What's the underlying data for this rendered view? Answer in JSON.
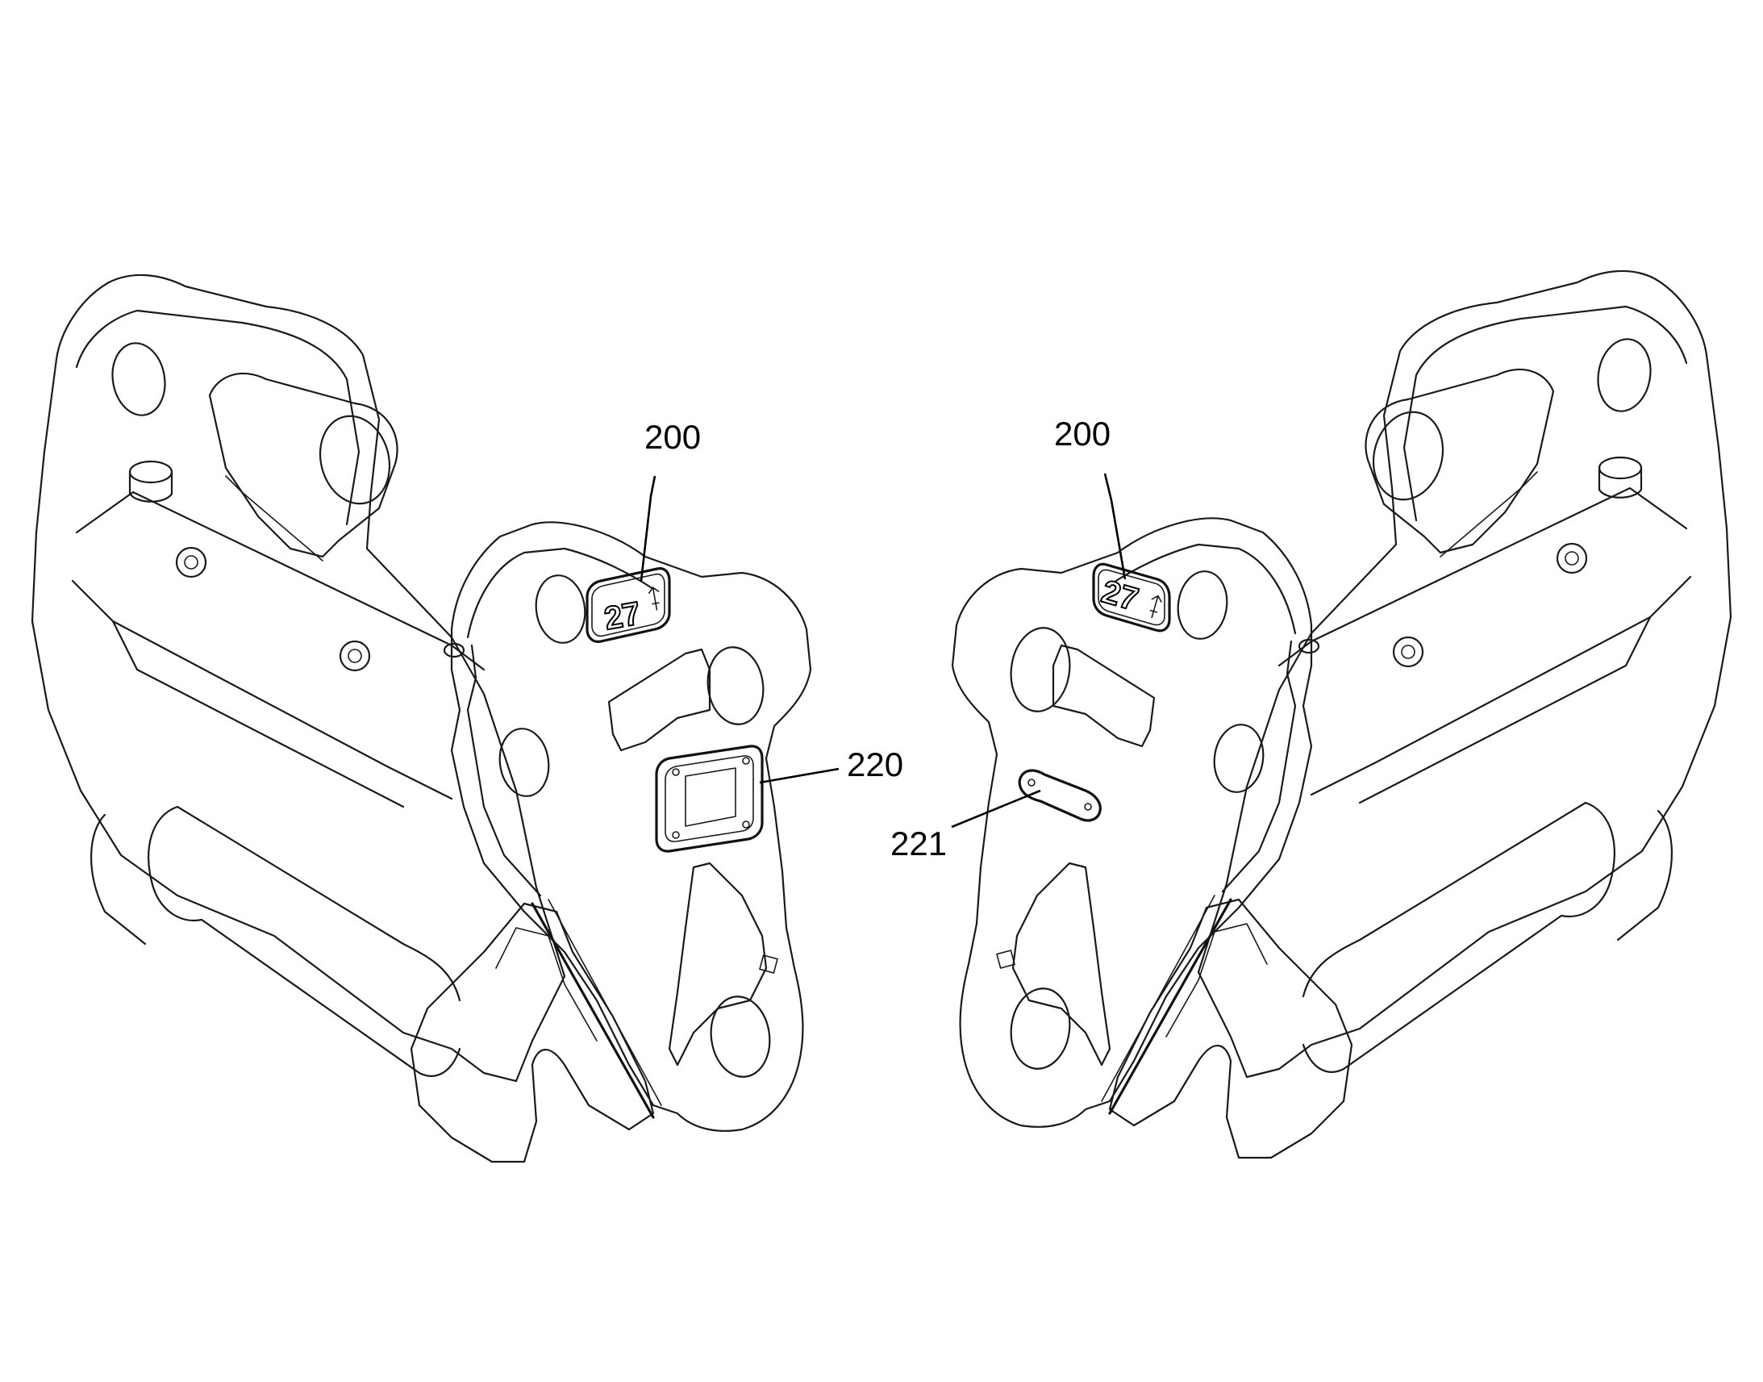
{
  "labels": {
    "left_badge_ref": "200",
    "right_badge_ref": "200",
    "left_plate_ref": "220",
    "right_plate_ref": "221"
  },
  "badges": {
    "left_text": "27",
    "right_text": "27"
  },
  "icons": {
    "badge_symbol": "lifting-hook-icon"
  },
  "colors": {
    "line": "#1a1a1a",
    "background": "#ffffff"
  }
}
